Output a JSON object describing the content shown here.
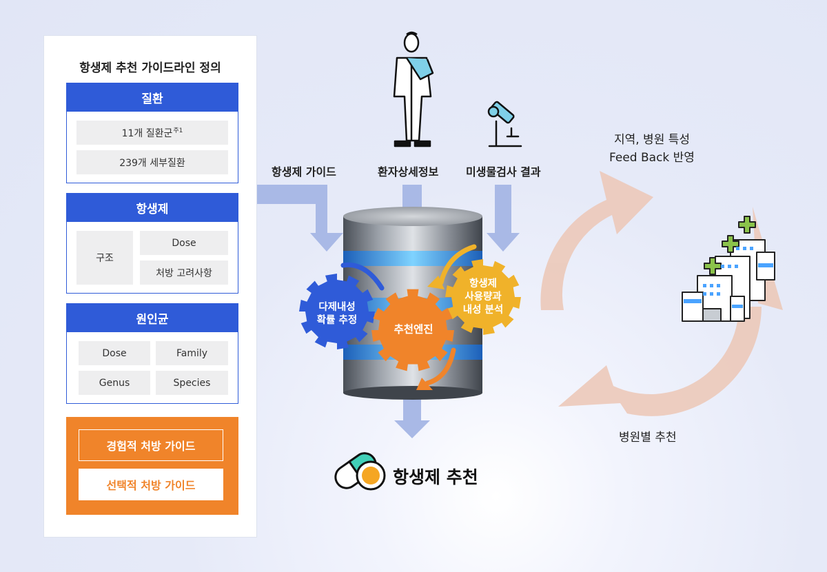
{
  "panel": {
    "title": "항생제 추천 가이드라인 정의",
    "disease": {
      "header": "질환",
      "items": [
        "11개 질환군",
        "239개 세부질환"
      ],
      "footnote": "주1"
    },
    "antibiotic": {
      "header": "항생제",
      "structure": "구조",
      "dose": "Dose",
      "considerations": "처방 고려사항"
    },
    "pathogen": {
      "header": "원인균",
      "items": [
        "Dose",
        "Family",
        "Genus",
        "Species"
      ]
    },
    "guides": {
      "empirical": "경험적 처방 가이드",
      "selective": "선택적 처방 가이드"
    }
  },
  "inputs": {
    "antibiotic_guide": "항생제 가이드",
    "patient_info": "환자상세정보",
    "microbiology": "미생물검사 결과"
  },
  "engine": {
    "left_gear": [
      "다제내성",
      "확률 추정"
    ],
    "center_gear": "추천엔진",
    "right_gear": [
      "항생제",
      "사용량과",
      "내성 분석"
    ]
  },
  "output": {
    "title": "항생제 추천"
  },
  "cycle": {
    "feedback": [
      "지역, 병원 특성",
      "Feed Back 반영"
    ],
    "hospital_recommend": "병원별 추천"
  },
  "colors": {
    "blue": "#2f5bd8",
    "orange": "#f0842a",
    "yellow": "#f0b22a",
    "arrow": "#a9b9e6",
    "cycle": "#ecc9b9"
  },
  "icons": [
    "person-icon",
    "microscope-icon",
    "database-icon",
    "gear-icon",
    "pill-icon",
    "hospital-icon",
    "cycle-arrow-icon"
  ]
}
